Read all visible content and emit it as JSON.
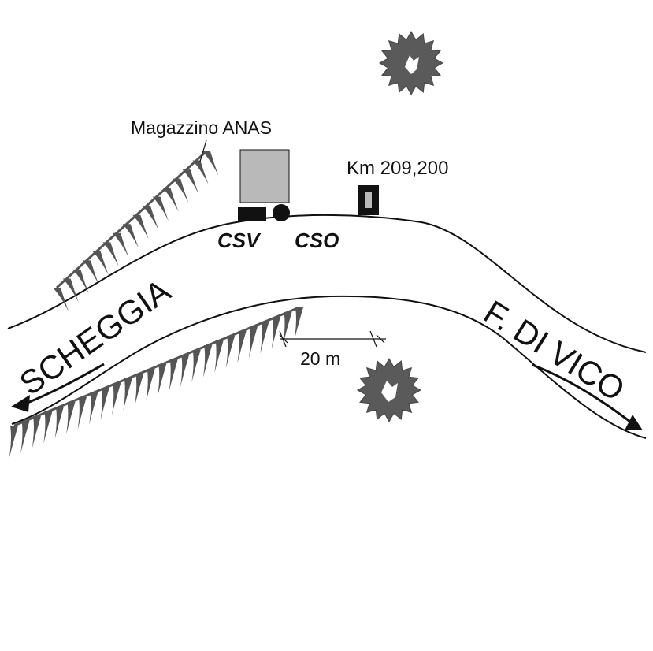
{
  "map": {
    "labels": {
      "warehouse": "Magazzino ANAS",
      "km_marker": "Km 209,200",
      "csv": "CSV",
      "cso": "CSO",
      "scale": "20 m",
      "direction_left": "SCHEGGIA",
      "direction_right": "F. DI VICO"
    },
    "colors": {
      "ink": "#111111",
      "building_fill": "#b9b9b9",
      "hachure": "#555555",
      "tree": "#5a5a5a"
    },
    "icons": [
      "tree-icon",
      "building-icon",
      "station-rect-icon",
      "station-circle-icon",
      "km-marker-icon",
      "arrow-icon"
    ]
  }
}
